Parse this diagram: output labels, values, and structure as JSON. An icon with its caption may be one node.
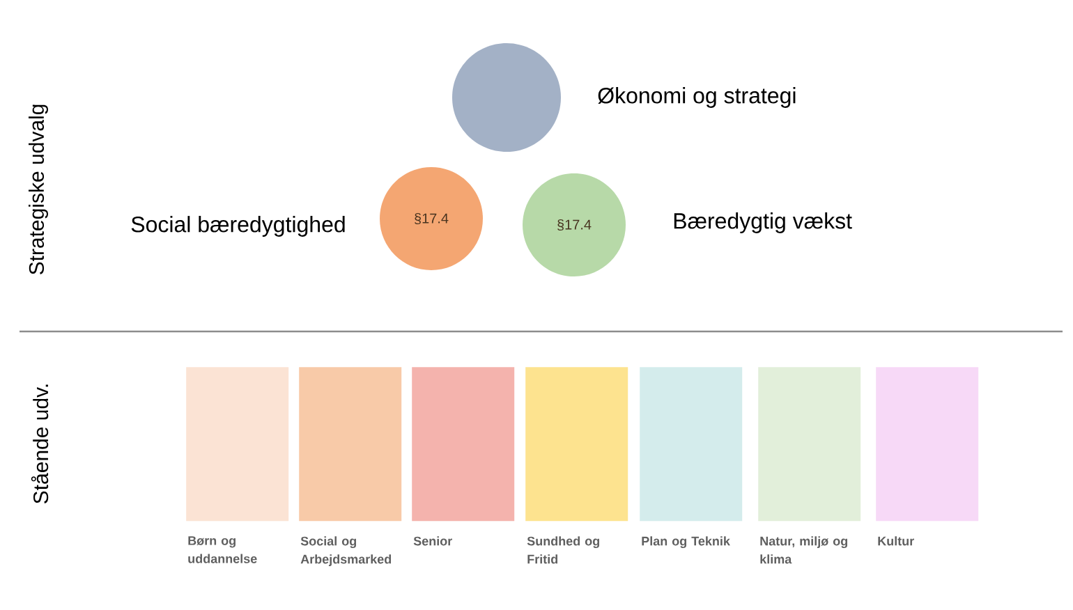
{
  "diagram": {
    "nodes": [
      {
        "text": [],
        "shape": "circle",
        "beside": [
          "Økonomi og strategi"
        ]
      },
      {
        "text": [
          "§17.4"
        ],
        "beside": [
          "Social bæredygtighed"
        ]
      },
      {
        "text": [
          "§17.4"
        ],
        "beside": [
          "Bæredygtig vækst"
        ]
      },
      {
        "text": [],
        "shape": "box",
        "beside": [
          "Børn og uddannelse"
        ]
      },
      {
        "text": [],
        "shape": "box",
        "beside": [
          "Social og Arbejdsmarked"
        ]
      },
      {
        "text": [],
        "shape": "box",
        "beside": [
          "Senior"
        ]
      },
      {
        "text": [],
        "shape": "box",
        "beside": [
          "Sundhed og Fritid"
        ]
      },
      {
        "text": [],
        "shape": "box",
        "beside": [
          "Plan og Teknik"
        ]
      },
      {
        "text": [],
        "shape": "box",
        "beside": [
          "Natur, miljø og klima"
        ]
      },
      {
        "text": [],
        "shape": "box",
        "beside": [
          "Kultur"
        ]
      }
    ],
    "labels": [
      "Strategiske udvalg",
      "Stående udv."
    ]
  }
}
